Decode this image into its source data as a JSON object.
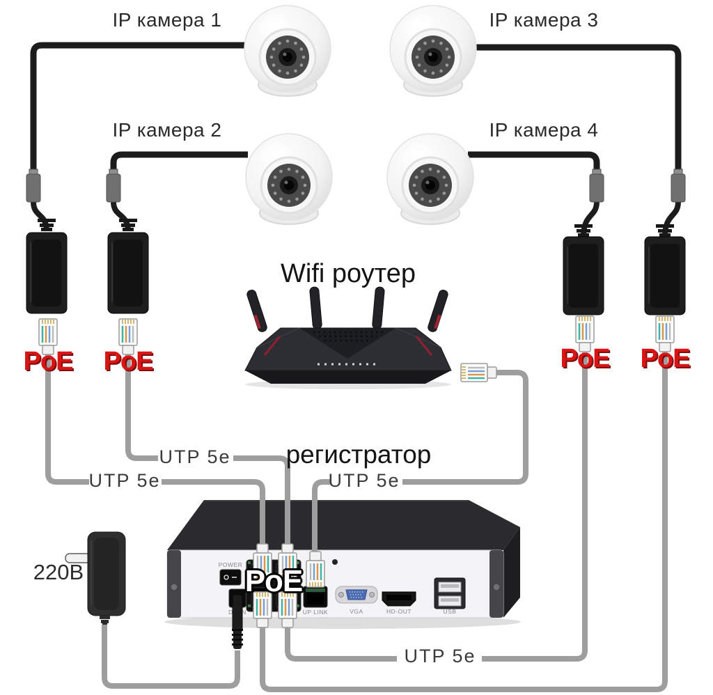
{
  "labels": {
    "camera1": "IP камера 1",
    "camera2": "IP камера 2",
    "camera3": "IP камера 3",
    "camera4": "IP камера 4",
    "router": "Wifi роутер",
    "recorder": "регистратор",
    "power_supply": "220В",
    "poe": "PoE",
    "utp": "UTP 5e"
  },
  "nvr": {
    "power": "POWER",
    "dc_in": "DC IN",
    "poe": "PoE",
    "uplink": "UP LINK",
    "vga": "VGA",
    "hd_out": "HD-OUT",
    "usb": "USB"
  },
  "colors": {
    "background": "#ffffff",
    "poe_red": "#d91414",
    "cable_black": "#1c1c1c",
    "cable_gray": "#9e9e9e",
    "device_black": "#1e1e1e",
    "nvr_panel": "#f4f4f6"
  }
}
